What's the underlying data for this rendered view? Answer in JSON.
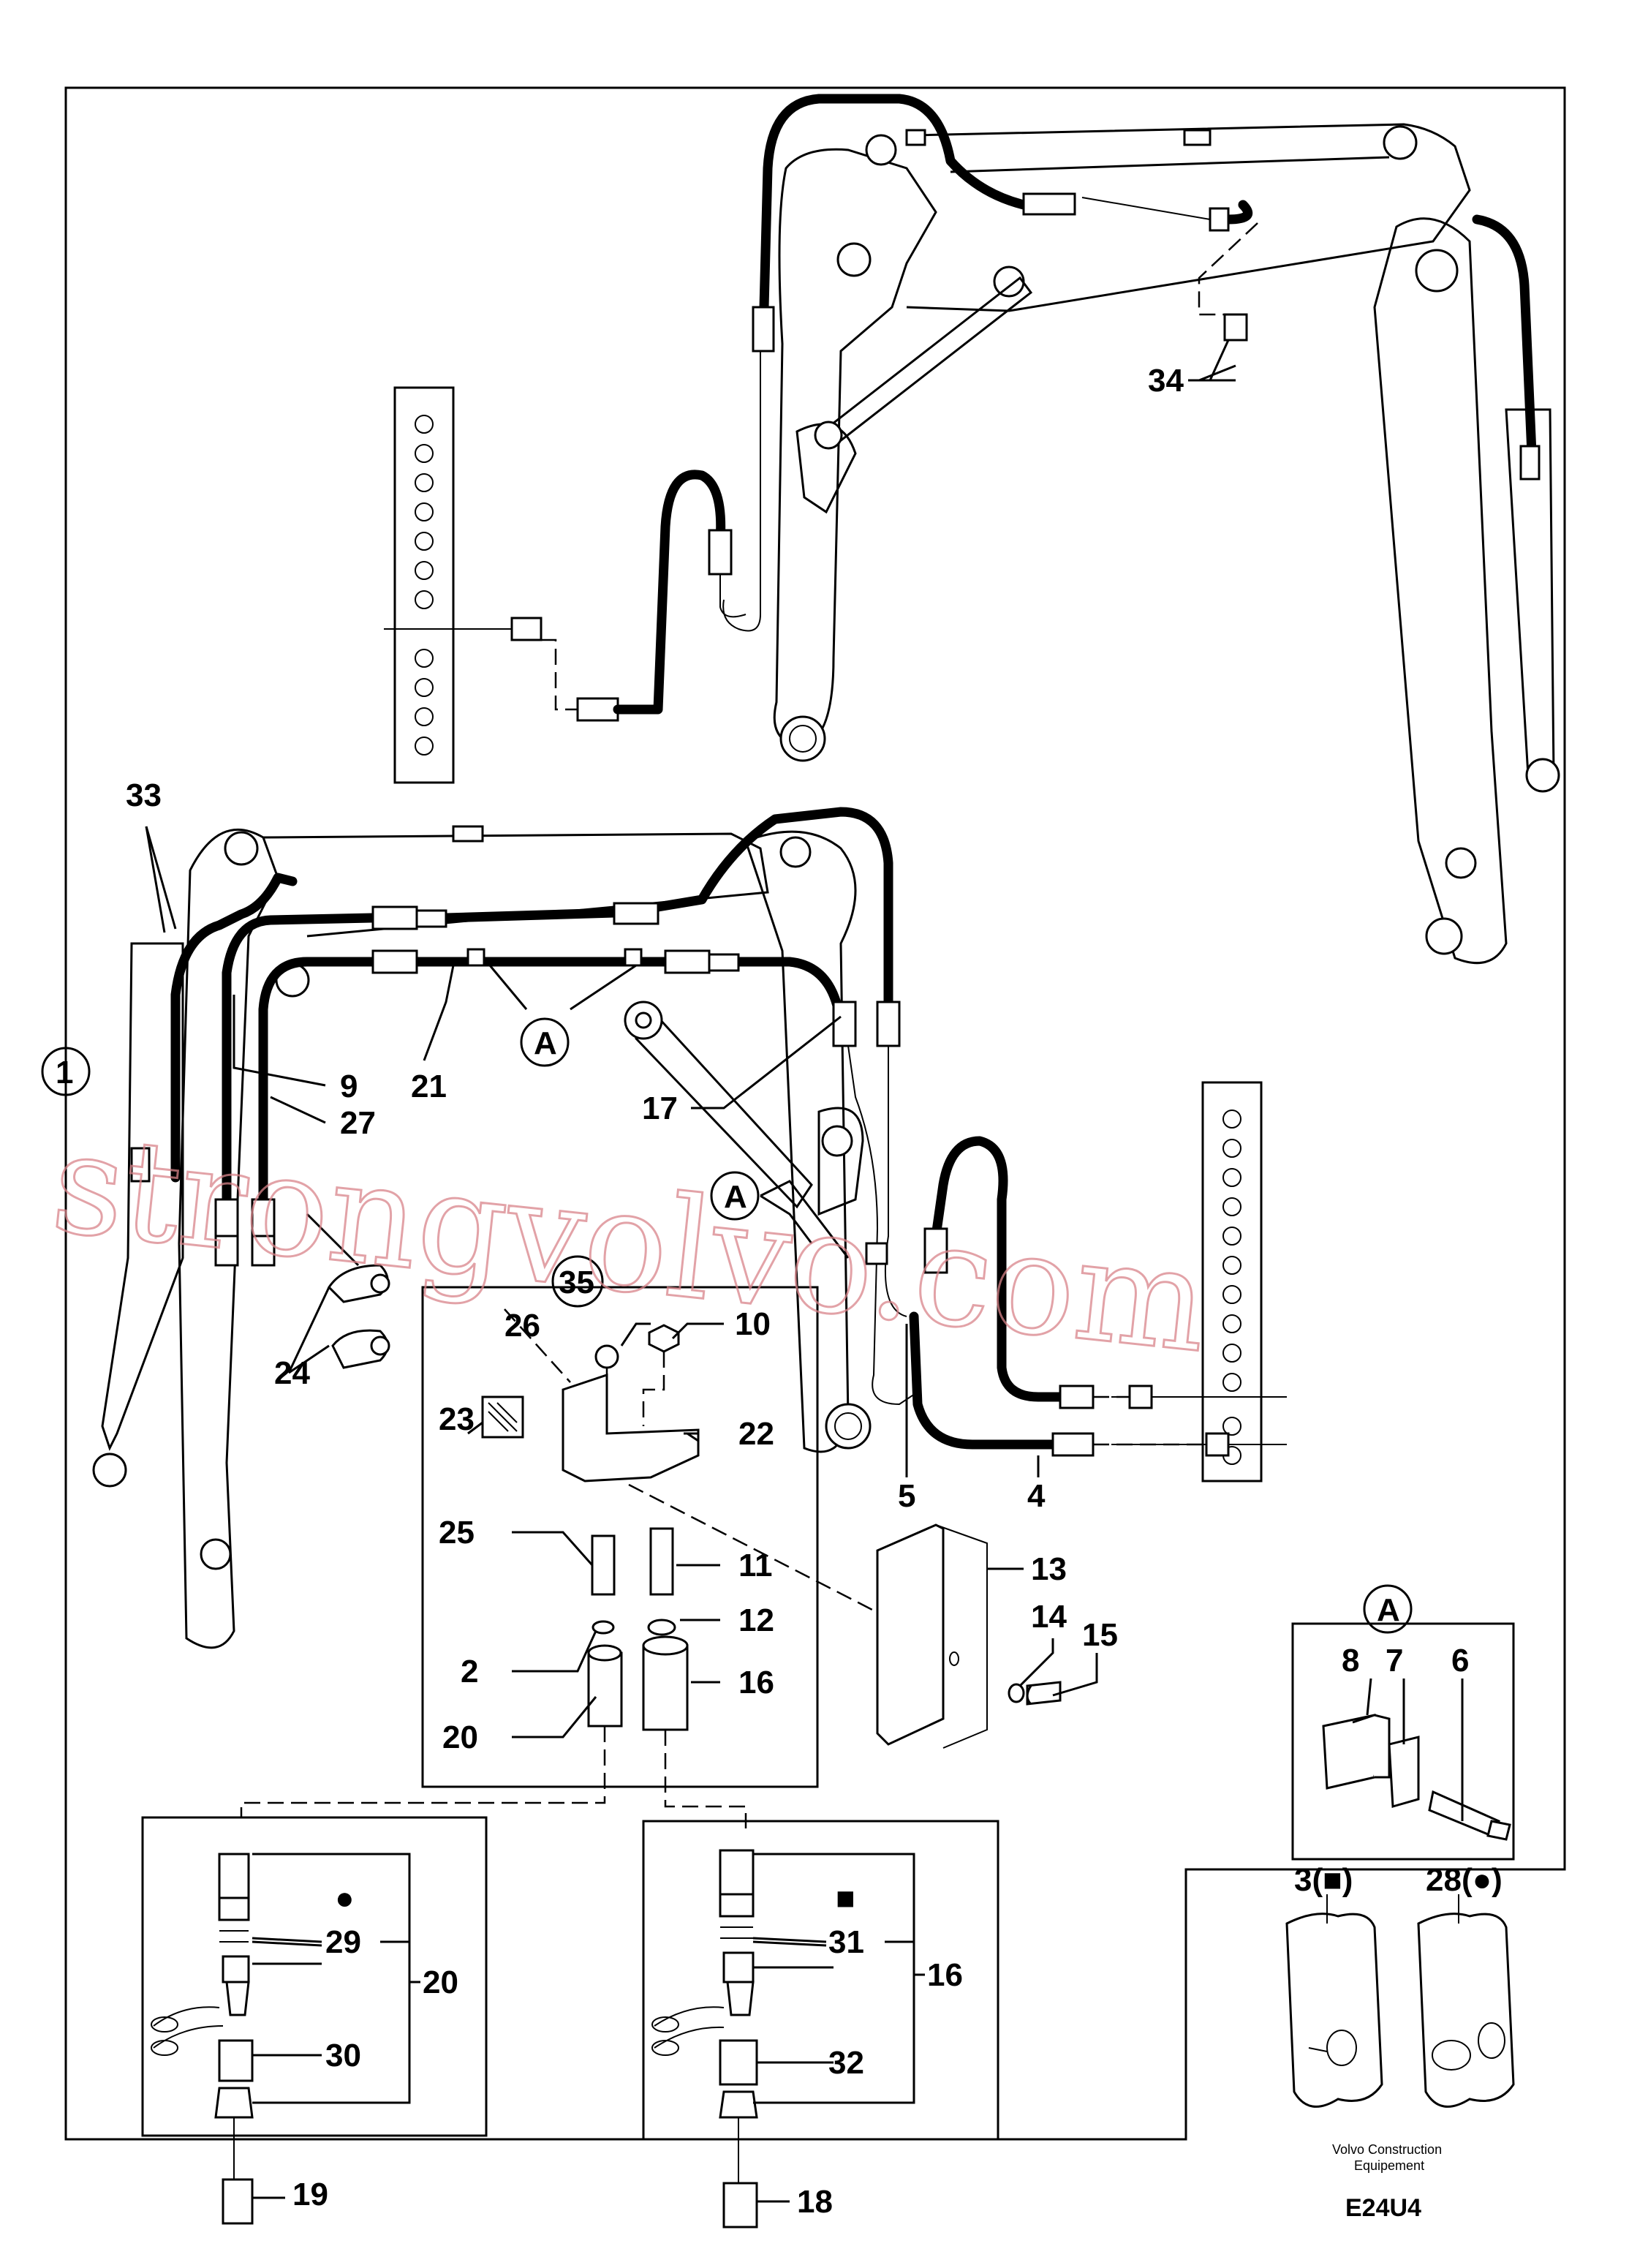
{
  "callouts": {
    "c1": "1",
    "c2": "2",
    "c3": "3(■)",
    "c4": "4",
    "c5": "5",
    "c6": "6",
    "c7": "7",
    "c8": "8",
    "c9": "9",
    "c10": "10",
    "c11": "11",
    "c12": "12",
    "c13": "13",
    "c14": "14",
    "c15": "15",
    "c16a": "16",
    "c16b": "16",
    "c17": "17",
    "c18": "18",
    "c19": "19",
    "c20a": "20",
    "c20b": "20",
    "c21": "21",
    "c22": "22",
    "c23": "23",
    "c24": "24",
    "c25": "25",
    "c26": "26",
    "c27": "27",
    "c28": "28(●)",
    "c29": "29",
    "c30": "30",
    "c31": "31",
    "c32": "32",
    "c33": "33",
    "c34": "34",
    "c35": "35"
  },
  "detail_markers": {
    "a1": "A",
    "a2": "A",
    "a3": "A"
  },
  "symbols": {
    "dot": "●",
    "square": "■"
  },
  "footer": {
    "brand_line1": "Volvo Construction",
    "brand_line2": "Equipement",
    "code": "E24U4"
  },
  "watermark": "strongvolvo.com"
}
